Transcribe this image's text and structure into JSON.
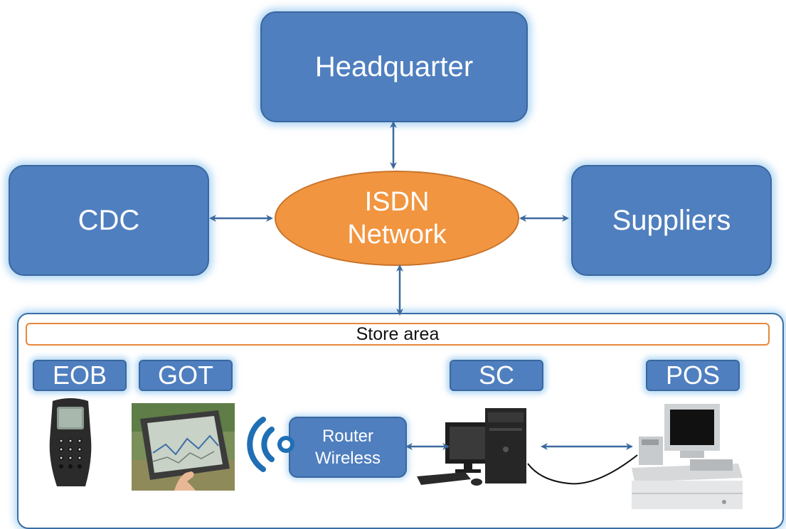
{
  "nodes": {
    "headquarter": "Headquarter",
    "cdc": "CDC",
    "suppliers": "Suppliers",
    "network_line1": "ISDN",
    "network_line2": "Network"
  },
  "store": {
    "title": "Store area",
    "devices": {
      "eob": "EOB",
      "got": "GOT",
      "sc": "SC",
      "pos": "POS"
    },
    "router_line1": "Router",
    "router_line2": "Wireless"
  },
  "colors": {
    "node_fill": "#4f7fbf",
    "network_fill": "#f29540",
    "arrow": "#3d6a9e",
    "store_title_border": "#e8873a"
  },
  "icons": [
    "handheld-terminal-icon",
    "tablet-icon",
    "wireless-signal-icon",
    "desktop-computer-icon",
    "pos-terminal-icon"
  ]
}
